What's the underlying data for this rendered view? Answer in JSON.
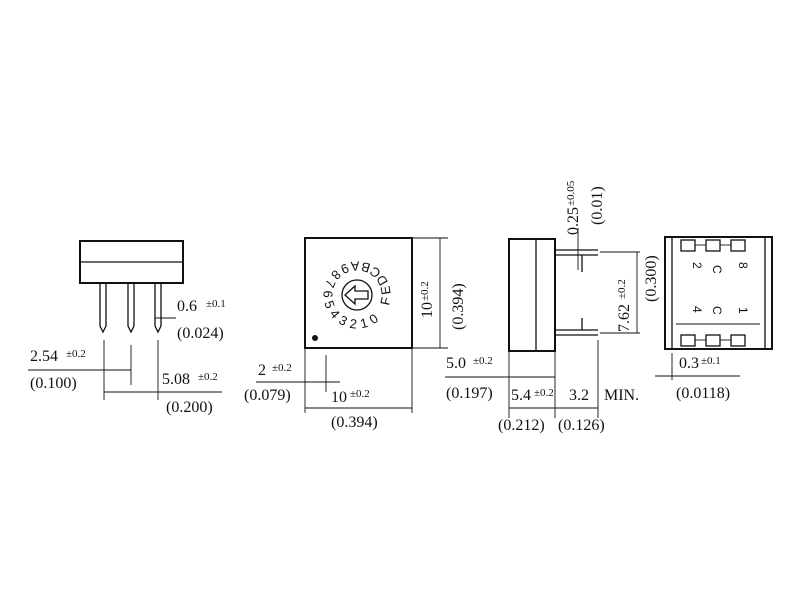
{
  "side_view": {
    "pitch": {
      "value": "2.54",
      "tol": "±0.2",
      "inch": "(0.100)"
    },
    "pin_width": {
      "value": "0.6",
      "tol": "±0.1",
      "inch": "(0.024)"
    },
    "span": {
      "value": "5.08",
      "tol": "±0.2",
      "inch": "(0.200)"
    }
  },
  "top_view": {
    "dial_chars": [
      "0",
      "1",
      "2",
      "3",
      "4",
      "5",
      "6",
      "7",
      "8",
      "9",
      "A",
      "B",
      "C",
      "D",
      "E",
      "F"
    ],
    "offset": {
      "value": "2",
      "tol": "±0.2",
      "inch": "(0.079)"
    },
    "width": {
      "value": "10",
      "tol": "±0.2",
      "inch": "(0.394)"
    },
    "height": {
      "value": "10",
      "tol": "±0.2",
      "inch": "(0.394)"
    }
  },
  "end_view": {
    "thickness": {
      "value": "0.25",
      "tol": "±0.05",
      "inch": "(0.01)"
    },
    "pin_spacing": {
      "value": "7.62",
      "tol": "±0.2",
      "inch": "(0.300)"
    },
    "body_depth": {
      "value": "5.0",
      "tol": "±0.2",
      "inch": "(0.197)"
    },
    "overall": {
      "value": "5.4",
      "tol": "±0.2",
      "inch": "(0.212)"
    },
    "lead_length": {
      "value": "3.2",
      "suffix": "MIN.",
      "inch": "(0.126)"
    }
  },
  "bottom_view": {
    "markings": {
      "top_left": "2",
      "top_mid": "C",
      "top_right": "8",
      "bot_left": "4",
      "bot_mid": "C",
      "bot_right": "1"
    },
    "gap": {
      "value": "0.3",
      "tol": "±0.1",
      "inch": "(0.0118)"
    }
  }
}
